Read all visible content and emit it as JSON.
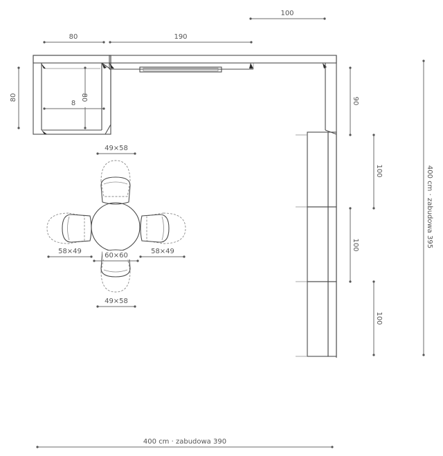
{
  "dimensions": {
    "top_right_100": "100",
    "top_80": "80",
    "top_190": "190",
    "left_80": "80",
    "inner_80": "80",
    "inner_8": "8",
    "right_90": "90",
    "right_100_a": "100",
    "right_100_b": "100",
    "right_100_c": "100",
    "right_total": "400 cm · zabudowa 395",
    "bottom_total": "400 cm · zabudowa 390"
  },
  "table": {
    "top_chair": "49×58",
    "left_chair": "58×49",
    "right_chair": "58×49",
    "table_size": "60×60",
    "bottom_chair": "49×58"
  }
}
